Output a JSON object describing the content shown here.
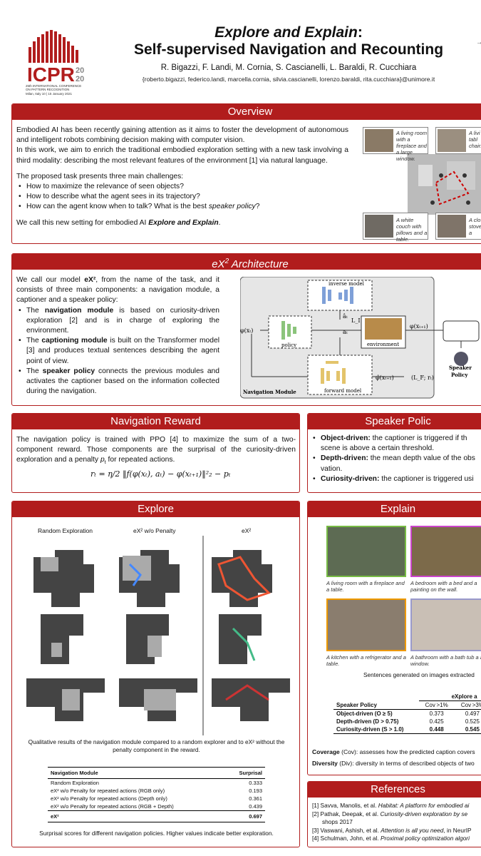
{
  "logo": {
    "acronym": "ICPR",
    "year_top": "20",
    "year_bottom": "20",
    "line1": "25th INTERNATIONAL CONFERENCE",
    "line2": "ON PATTERN RECOGNITION",
    "line3": "Milan, Italy 10 | 15 January 2021",
    "brand_color": "#b11d1d"
  },
  "header": {
    "title_part1": "Explore and Explain",
    "title_colon": ":",
    "title_line2": "Self-supervised Navigation and Recounting",
    "authors": "R. Bigazzi, F. Landi, M. Cornia, S. Cascianelli, L. Baraldi, R. Cucchiara",
    "emails": "{roberto.bigazzi, federico.landi, marcella.cornia, silvia.cascianelli, lorenzo.baraldi, rita.cucchiara}@unimore.it",
    "corner_mark": "→"
  },
  "overview": {
    "heading": "Overview",
    "p1": "Embodied AI has been recently gaining attention as it aims to foster the development of autonomous and intelligent robots combining decision making with computer vision.",
    "p2": "In this work, we aim to enrich the traditional embodied exploration setting with a new task involving a third modality: describing the most relevant features of the environment [1] via natural language.",
    "p3": "The proposed task presents three main challenges:",
    "challenges": [
      "How to maximize the relevance of seen objects?",
      "How to describe what the agent sees in its trajectory?",
      "How can the agent know when to talk? What is the best speaker policy?"
    ],
    "challenge3_prefix": "How can the agent know when to talk? What is the best ",
    "challenge3_em": "speaker policy",
    "challenge3_suffix": "?",
    "p4_prefix": "We call this new setting for embodied AI ",
    "p4_em": "Explore and Explain",
    "p4_suffix": ".",
    "fig_captions": [
      "A living room with a fireplace and a large window.",
      "A livi a tabl chairs",
      "A white couch with pillows and a table.",
      "A clo stove in a"
    ]
  },
  "architecture": {
    "heading": "eX² Architecture",
    "intro_a": "We call our model ",
    "intro_b": "eX²",
    "intro_c": ", from the name of the task, and it consists of three main components: a navigation module, a captioner and a speaker policy:",
    "items": [
      {
        "pre": "The ",
        "bold": "navigation module",
        "post": " is based on curiosity-driven exploration [2] and is in charge of exploring the environment."
      },
      {
        "pre": "The ",
        "bold": "captioning module",
        "post": " is built on the Transformer model [3] and produces textual sentences describing the agent point of view."
      },
      {
        "pre": "The ",
        "bold": "speaker policy",
        "post": " connects the previous modules and activates the captioner based on the information collected during the navigation."
      }
    ],
    "diagram": {
      "inverse_model": "inverse model",
      "policy": "policy",
      "environment": "environment",
      "forward_model": "forward model",
      "navigation_module": "Navigation Module",
      "speaker_policy_line1": "Speaker",
      "speaker_policy_line2": "Policy",
      "phi_xt": "φ(xₜ)",
      "phi_xt1": "φ(xₜ₊₁)",
      "phi_hat": "φ̂(xₜ₊₁)",
      "a_hat": "âₜ",
      "a_t": "aₜ",
      "L_I": "L_I",
      "LF_r": "(L_F; rₜ)"
    }
  },
  "nav_reward": {
    "heading": "Navigation Reward",
    "text": "The navigation policy is trained with PPO [4] to maximize the sum of a two-component reward. Those components are the surprisal of the curiosity-driven exploration and a penalty pₜ for repeated actions.",
    "text_a": "The navigation policy is trained with PPO [4] to maximize the sum of a two-component reward.  Those components are the surprisal of the curiosity-driven exploration and a penalty ",
    "text_b": "p",
    "text_c": "t",
    "text_d": " for repeated actions.",
    "formula": "rₜ = η/2 ‖f(φ(xₜ), aₜ) − φ(xₜ₊₁)‖²₂ − pₜ"
  },
  "speaker_policy": {
    "heading": "Speaker Polic",
    "items": [
      {
        "bold": "Object-driven:",
        "text": " the captioner is triggered if th",
        "cont": "scene is above a certain threshold."
      },
      {
        "bold": "Depth-driven:",
        "text": " the mean depth value of the obs",
        "cont": "vation."
      },
      {
        "bold": "Curiosity-driven:",
        "text": " the captioner is triggered usi",
        "cont": ""
      }
    ]
  },
  "explore": {
    "heading": "Explore",
    "col_labels": [
      "Random Exploration",
      "eX² w/o Penalty",
      "eX²"
    ],
    "caption": "Qualitative results of the navigation module compared to a random explorer and to eX² without the penalty component in the reward.",
    "table_header": [
      "Navigation Module",
      "Surprisal"
    ],
    "table_rows": [
      [
        "Random Exploration",
        "0.333"
      ],
      [
        "eX² w/o Penalty for repeated actions (RGB only)",
        "0.193"
      ],
      [
        "eX² w/o Penalty for repeated actions (Depth only)",
        "0.361"
      ],
      [
        "eX² w/o Penalty for repeated actions (RGB + Depth)",
        "0.439"
      ]
    ],
    "table_last": [
      "eX²",
      "0.697"
    ],
    "table_caption": "Surprisal scores for different navigation policies. Higher values indicate better exploration."
  },
  "explain": {
    "heading": "Explain",
    "img_captions": [
      "A living room with a fireplace and a table.",
      "A bedroom with a bed and a painting on the wall.",
      "A kitchen with a refrigerator and a table.",
      "A bathroom with a bath tub a a window."
    ],
    "sentence_caption": "Sentences generated on images extracted",
    "table_group": "eXplore a",
    "table_cols": [
      "Speaker Policy",
      "Cov >1%",
      "Cov >3%"
    ],
    "table_rows": [
      [
        "Object-driven (O ≥ 5)",
        "0.373",
        "0.497"
      ],
      [
        "Depth-driven (D > 0.75)",
        "0.425",
        "0.525"
      ],
      [
        "Curiosity-driven (S > 1.0)",
        "0.448",
        "0.545"
      ]
    ],
    "coverage_label": "Coverage",
    "coverage_text": " (Cov): assesses how the predicted caption covers",
    "diversity_label": "Diversity",
    "diversity_text": " (Div): diversity in terms of described objects of two"
  },
  "references": {
    "heading": "References",
    "items": [
      {
        "num": "[1]",
        "pre": "Savva, Manolis, et al. ",
        "em": "Habitat: A platform for embodied ai",
        "post": ""
      },
      {
        "num": "[2]",
        "pre": "Pathak, Deepak, et al. ",
        "em": "Curiosity-driven exploration by se",
        "post": ""
      },
      {
        "num": "",
        "pre": "shops 2017",
        "em": "",
        "post": ""
      },
      {
        "num": "[3]",
        "pre": "Vaswani, Ashish, et al. ",
        "em": "Attention is all you need",
        "post": ", in NeurIP"
      },
      {
        "num": "[4]",
        "pre": "Schulman, John, et al. ",
        "em": "Proximal policy optimization algori",
        "post": ""
      }
    ]
  }
}
